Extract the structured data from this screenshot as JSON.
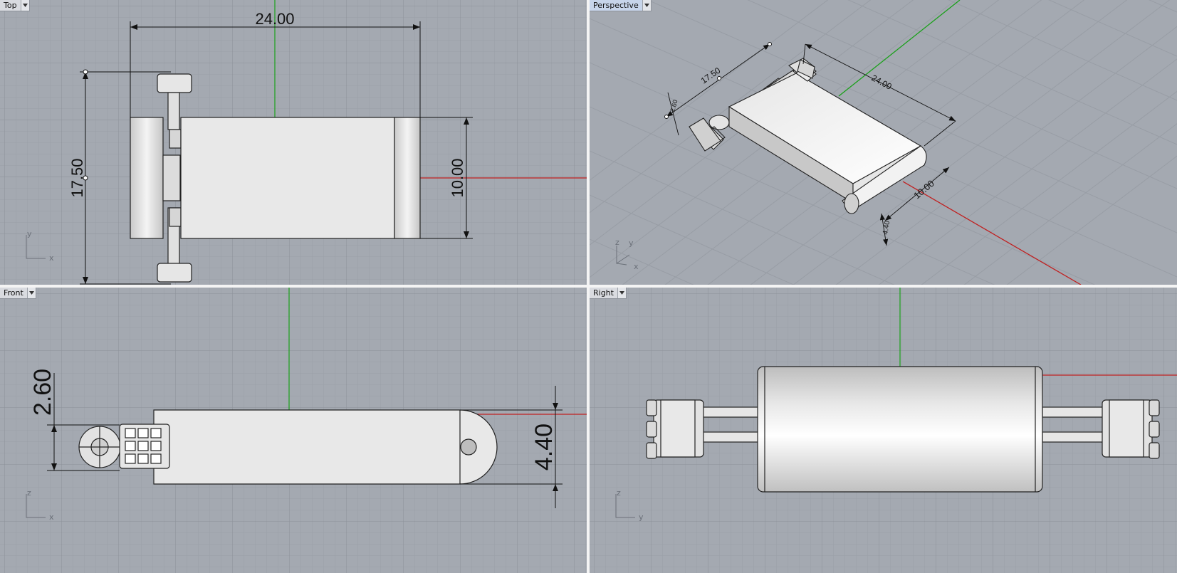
{
  "viewports": {
    "top": {
      "label": "Top"
    },
    "perspective": {
      "label": "Perspective"
    },
    "front": {
      "label": "Front"
    },
    "right": {
      "label": "Right"
    }
  },
  "dimensions": {
    "top": {
      "width": "24.00",
      "depth": "17.50",
      "body": "10.00"
    },
    "perspective": {
      "width": "24.00",
      "depth": "17.50",
      "body": "10.00",
      "height": "4.40",
      "small": "2.60"
    },
    "front": {
      "height": "4.40",
      "small": "2.60"
    }
  },
  "axes": {
    "top": {
      "a": "y",
      "b": "x"
    },
    "perspective": {
      "a": "z",
      "b": "y",
      "c": "x"
    },
    "front": {
      "a": "z",
      "b": "x"
    },
    "right": {
      "a": "z",
      "b": "y"
    }
  },
  "colors": {
    "viewport_bg": "#a4a9b1",
    "grid_minor": "#9a9fa7",
    "grid_major": "#8c9199",
    "x_axis": "#c02020",
    "y_axis": "#1aa01a",
    "active_tab": "#c7d5ea"
  },
  "icons": {
    "viewport_menu": "triangle-down"
  }
}
